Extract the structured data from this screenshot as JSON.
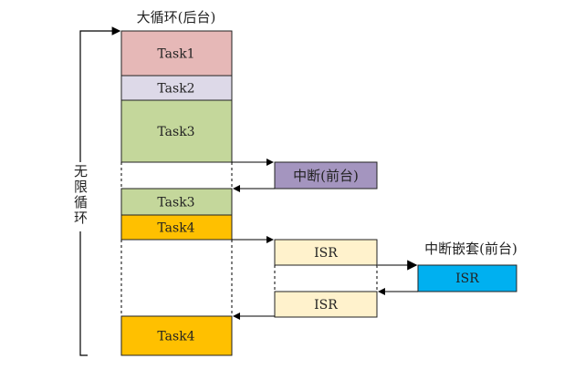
{
  "title": "大循环(后台)",
  "loop_label": "无限循环",
  "interrupt_label": "中断(前台)",
  "nested_label": "中断嵌套(前台)",
  "main_column": [
    {
      "label": "Task1",
      "color": "#e6b8b7"
    },
    {
      "label": "Task2",
      "color": "#ddd9e8"
    },
    {
      "label": "Task3",
      "color": "#c4d79b"
    },
    {
      "label": "",
      "color": "#ffffff"
    },
    {
      "label": "Task3",
      "color": "#c4d79b"
    },
    {
      "label": "Task4",
      "color": "#ffc000"
    },
    {
      "label": "",
      "color": "#ffffff"
    },
    {
      "label": "Task4",
      "color": "#ffc000"
    }
  ],
  "interrupt_color": "#a495bf",
  "isr": {
    "label": "ISR",
    "color": "#fff2cc"
  },
  "nested_isr": {
    "label": "ISR",
    "color": "#00b0f0"
  }
}
